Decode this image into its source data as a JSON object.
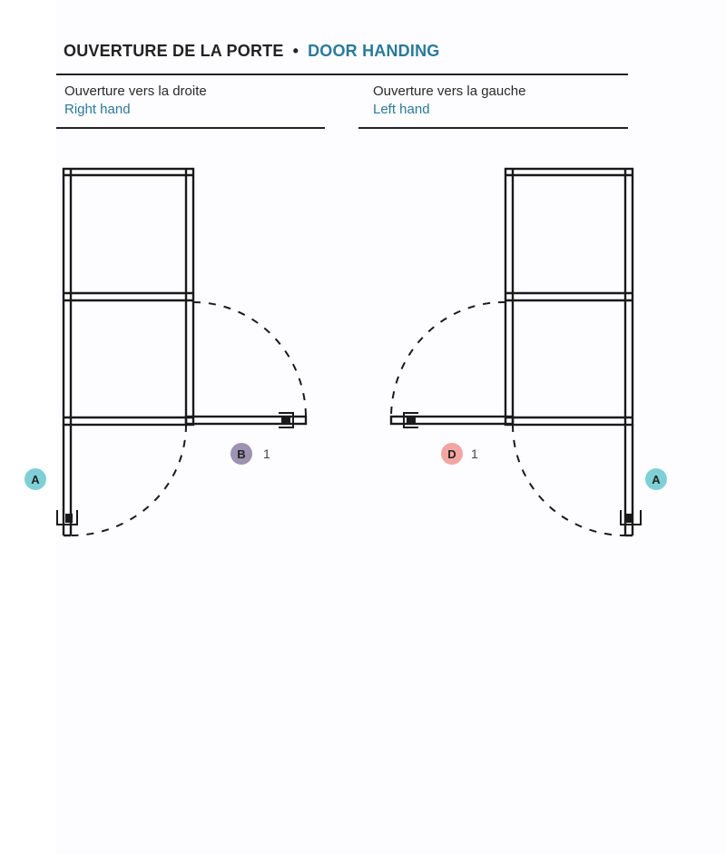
{
  "header": {
    "title_fr": "OUVERTURE DE LA PORTE",
    "separator": "•",
    "title_en": "DOOR HANDING"
  },
  "right_hand": {
    "label_fr": "Ouverture vers la droite",
    "label_en": "Right hand",
    "badge_part": "B",
    "badge_qty": "1",
    "badge_color": "#9e92b2",
    "side_badge": "A",
    "side_badge_color": "#7fd0d6"
  },
  "left_hand": {
    "label_fr": "Ouverture vers la gauche",
    "label_en": "Left hand",
    "badge_part": "D",
    "badge_qty": "1",
    "badge_color": "#f2a6a2",
    "side_badge": "A",
    "side_badge_color": "#7fd0d6"
  },
  "colors": {
    "text": "#222222",
    "accent": "#2a7a9a",
    "line": "#1a1a1a"
  }
}
